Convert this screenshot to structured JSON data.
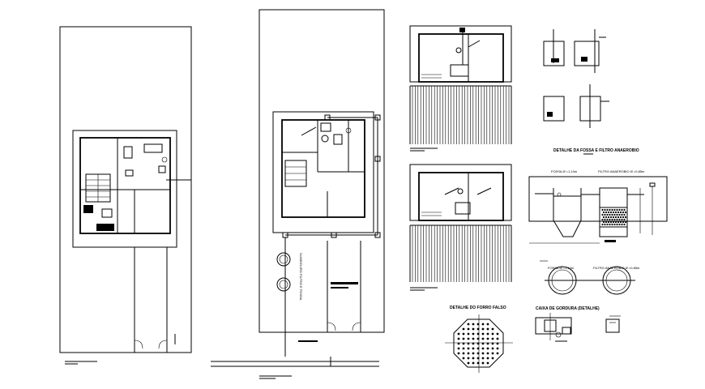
{
  "sheet": {
    "title_detail_fossa": "DETALHE DA FOSSA E FILTRO ANAEROBIO",
    "label_fossa_section": "FOSSA Ø =1,10m",
    "label_filtro_section": "FILTRO ANAEROBIO Ø =0,85m",
    "label_fossa_plan": "FOSSA Ø =1,10m",
    "label_filtro_plan": "FILTRO ANAEROBIO Ø =0,85m",
    "title_forro": "DETALHE DO FORRO FALSO",
    "title_caixa": "CAIXA DE GORDURA (DETALHE)",
    "label_septic": "SUMIDOURO FILTRO E FOSSA"
  }
}
